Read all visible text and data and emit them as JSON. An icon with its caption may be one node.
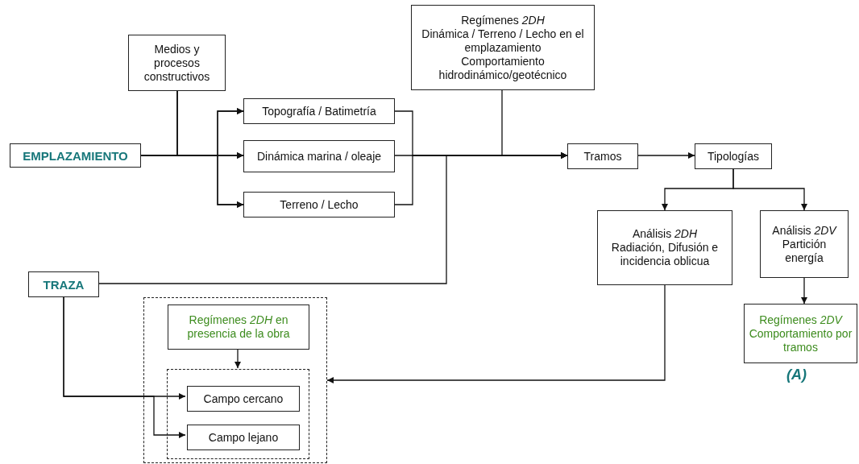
{
  "diagram": {
    "nodes": [
      {
        "text": [
          "EMPLAZAMIENTO"
        ]
      },
      {
        "text": [
          "Medios y procesos constructivos"
        ]
      },
      {
        "text": [
          "Topografía / Batimetría"
        ]
      },
      {
        "text": [
          "Dinámica marina / oleaje"
        ]
      },
      {
        "text": [
          "Terreno / Lecho"
        ]
      },
      {
        "text": [
          "Regímenes *2DH*",
          "Dinámica / Terreno / Lecho en el emplazamiento",
          "Comportamiento hidrodinámico/geotécnico"
        ]
      },
      {
        "text": [
          "Tramos"
        ]
      },
      {
        "text": [
          "Tipologías"
        ]
      },
      {
        "text": [
          "Análisis *2DH*",
          "Radiación, Difusión e incidencia oblicua"
        ]
      },
      {
        "text": [
          "Análisis *2DV*",
          "Partición energía"
        ]
      },
      {
        "text": [
          "Regímenes *2DV*",
          "Comportamiento por tramos"
        ]
      },
      {
        "text": [
          "TRAZA"
        ]
      },
      {
        "text": [],
        "shape": "box"
      },
      {
        "text": [
          "Regímenes *2DH* en presencia de la obra"
        ],
        "in": 12
      },
      {
        "text": [],
        "shape": "box",
        "in": 12
      },
      {
        "text": [
          "Campo cercano"
        ],
        "in": 14
      },
      {
        "text": [
          "Campo lejano"
        ],
        "in": 14
      }
    ],
    "edges": [
      {
        "from": 0,
        "to": 2,
        "arrow": "to"
      },
      {
        "from": 0,
        "to": 3,
        "arrow": "to"
      },
      {
        "from": 0,
        "to": 4,
        "arrow": "to"
      },
      {
        "from": 1,
        "to": 2,
        "arrow": "to"
      },
      {
        "from": 1,
        "to": 3,
        "arrow": "to"
      },
      {
        "from": 1,
        "to": 4,
        "arrow": "to"
      },
      {
        "from": 2,
        "to": 6,
        "arrow": "to"
      },
      {
        "from": 3,
        "to": 6,
        "arrow": "to"
      },
      {
        "from": 4,
        "to": 6,
        "arrow": "to"
      },
      {
        "from": 11,
        "to": 6,
        "arrow": "to"
      },
      {
        "from": 5,
        "to": 6,
        "arrow": "to"
      },
      {
        "from": 6,
        "to": 7,
        "arrow": "to"
      },
      {
        "from": 7,
        "to": 8,
        "arrow": "to"
      },
      {
        "from": 7,
        "to": 9,
        "arrow": "to"
      },
      {
        "from": 9,
        "to": 10,
        "arrow": "to"
      },
      {
        "from": 8,
        "to": 12,
        "arrow": "to"
      },
      {
        "from": 11,
        "to": 15,
        "arrow": "to"
      },
      {
        "from": 11,
        "to": 16,
        "arrow": "to"
      },
      {
        "from": 13,
        "to": 14,
        "arrow": "to"
      }
    ],
    "labels": [
      "(A)"
    ]
  }
}
